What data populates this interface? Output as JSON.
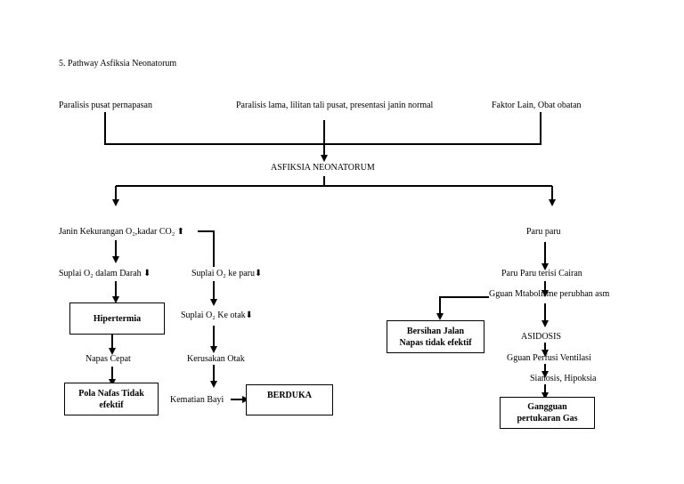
{
  "title": "5. Pathway Asfiksia Neonatorum",
  "causes": {
    "c1": "Paralisis pusat pernapasan",
    "c2": "Paralisis lama, lilitan tali pusat, presentasi janin normal",
    "c3": "Faktor Lain, Obat obatan"
  },
  "center": "ASFIKSIA NEONATORUM",
  "left": {
    "janin": "Janin Kekurangan O₂,kadar CO₂ ⬆",
    "suplai_darah": "Suplai O₂ dalam Darah ⬇",
    "hipertermia": "Hipertermia",
    "napas_cepat": "Napas Cepat",
    "pola_nafas_1": "Pola Nafas Tidak",
    "pola_nafas_2": "efektif",
    "suplai_paru": "Suplai O₂ ke paru⬇",
    "suplai_otak": "Suplai O₂ Ke otak⬇",
    "kerusakan_otak": "Kerusakan Otak",
    "kematian_bayi": "Kematian Bayi",
    "berduka": "BERDUKA"
  },
  "right": {
    "paru_paru": "Paru paru",
    "paru_cairan": "Paru Paru terisi Cairan",
    "gguan_mtab": "Gguan Mtabolisme perubhan asm",
    "bersihan_1": "Bersihan Jalan",
    "bersihan_2": "Napas tidak efektif",
    "asidosis": "ASIDOSIS",
    "gguan_perfusi": "Gguan Perfusi Ventilasi",
    "sianosis": "Sianosis, Hipoksia",
    "gangguan_1": "Gangguan",
    "gangguan_2": "pertukaran Gas"
  }
}
